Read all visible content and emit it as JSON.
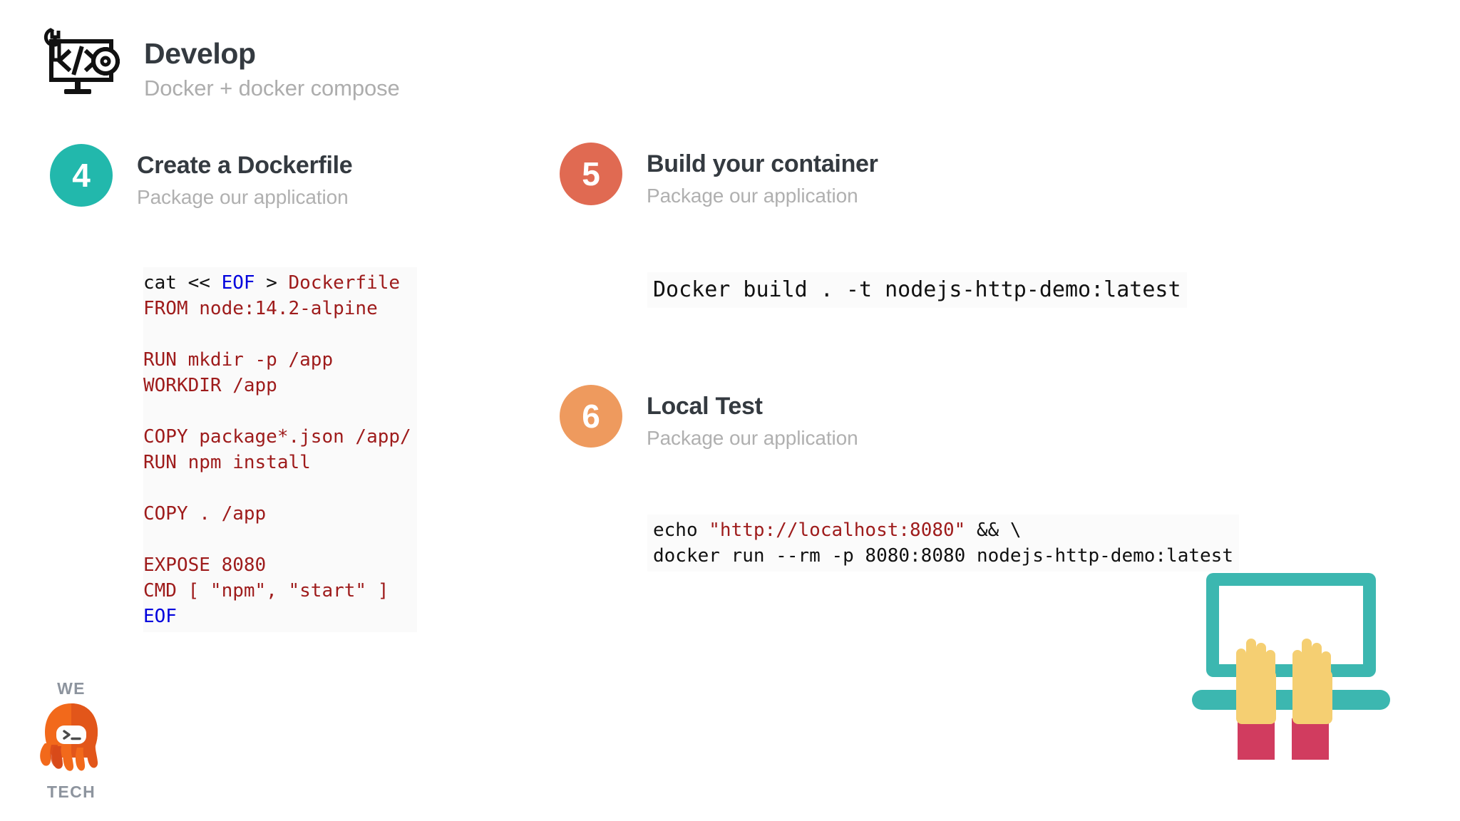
{
  "slide": {
    "background_color": "#ffffff",
    "header": {
      "icon": "code-monitor-wrench-gear-icon",
      "title": "Develop",
      "subtitle": "Docker + docker compose"
    },
    "steps": [
      {
        "number": "4",
        "badge_color": "#22b8ac",
        "title": "Create a Dockerfile",
        "subtitle": "Package our application"
      },
      {
        "number": "5",
        "badge_color": "#e06a52",
        "title": "Build your container",
        "subtitle": "Package our application"
      },
      {
        "number": "6",
        "badge_color": "#ee9a5e",
        "title": "Local Test",
        "subtitle": "Package our application"
      }
    ],
    "code_blocks": {
      "dockerfile": {
        "lines": [
          [
            {
              "t": "cat << ",
              "c": "plain"
            },
            {
              "t": "EOF",
              "c": "blue"
            },
            {
              "t": " > ",
              "c": "plain"
            },
            {
              "t": "Dockerfile",
              "c": "red"
            }
          ],
          [
            {
              "t": "FROM node:14.2-alpine",
              "c": "red"
            }
          ],
          [
            {
              "t": "",
              "c": "red"
            }
          ],
          [
            {
              "t": "RUN mkdir -p /app",
              "c": "red"
            }
          ],
          [
            {
              "t": "WORKDIR /app",
              "c": "red"
            }
          ],
          [
            {
              "t": "",
              "c": "red"
            }
          ],
          [
            {
              "t": "COPY package*.json /app/",
              "c": "red"
            }
          ],
          [
            {
              "t": "RUN npm install",
              "c": "red"
            }
          ],
          [
            {
              "t": "",
              "c": "red"
            }
          ],
          [
            {
              "t": "COPY . /app",
              "c": "red"
            }
          ],
          [
            {
              "t": "",
              "c": "red"
            }
          ],
          [
            {
              "t": "EXPOSE 8080",
              "c": "red"
            }
          ],
          [
            {
              "t": "CMD [ \"npm\", \"start\" ]",
              "c": "red"
            }
          ],
          [
            {
              "t": "EOF",
              "c": "blue"
            }
          ]
        ]
      },
      "build": {
        "lines": [
          [
            {
              "t": "Docker build . -t nodejs-http-demo:latest",
              "c": "plain"
            }
          ]
        ]
      },
      "local_test": {
        "lines": [
          [
            {
              "t": "echo ",
              "c": "plain"
            },
            {
              "t": "\"http://localhost:8080\"",
              "c": "red"
            },
            {
              "t": " && \\",
              "c": "plain"
            }
          ],
          [
            {
              "t": "docker run --rm -p 8080:8080 nodejs-http-demo:latest",
              "c": "plain"
            }
          ]
        ]
      }
    },
    "logo": {
      "top_word": "WE",
      "bottom_word": "TECH",
      "mark": "octopus-logo-icon",
      "face": ">_",
      "color_primary": "#f2691b",
      "color_secondary": "#d84a1a",
      "text_color": "#8d949e"
    },
    "illustration": {
      "name": "hands-typing-on-laptop-illustration",
      "laptop_color": "#3cb7b0",
      "hand_color": "#f5cf72",
      "sleeve_color": "#d13c5f"
    }
  }
}
